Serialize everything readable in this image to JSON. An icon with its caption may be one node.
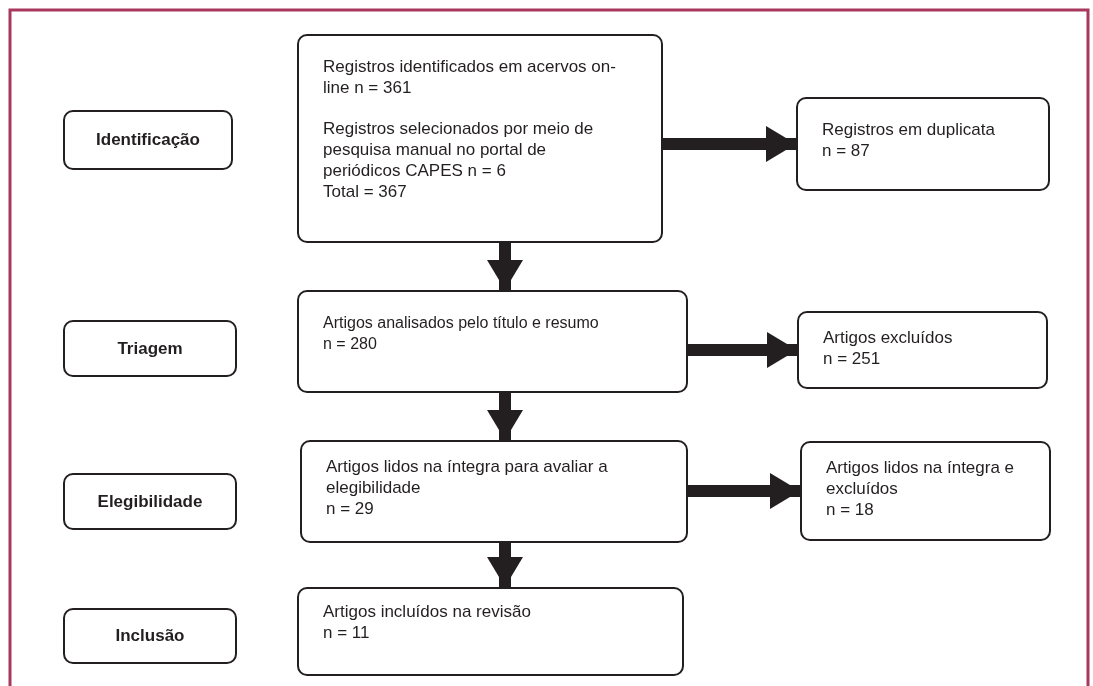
{
  "diagram": {
    "nodes": [
      {
        "text": [
          "Identificação"
        ]
      },
      {
        "text": [
          "Registros identificados em acervos on-line n = 361",
          "Registros selecionados por meio de pesquisa manual no portal de periódicos CAPES n = 6",
          "Total = 367"
        ]
      },
      {
        "text": [
          "Registros em duplicata",
          "n = 87"
        ]
      },
      {
        "text": [
          "Triagem"
        ]
      },
      {
        "text": [
          "Artigos analisados pelo título e resumo",
          "n = 280"
        ]
      },
      {
        "text": [
          "Artigos excluídos",
          "n = 251"
        ]
      },
      {
        "text": [
          "Elegibilidade"
        ]
      },
      {
        "text": [
          "Artigos lidos na íntegra para avaliar a elegibilidade",
          "n = 29"
        ]
      },
      {
        "text": [
          "Artigos lidos na íntegra e excluídos",
          "n = 18"
        ]
      },
      {
        "text": [
          "Inclusão"
        ]
      },
      {
        "text": [
          "Artigos incluídos na revisão",
          "n = 11"
        ]
      }
    ],
    "edges": [
      {
        "from": 1,
        "to": 2,
        "arrow": "to"
      },
      {
        "from": 1,
        "to": 4,
        "arrow": "to"
      },
      {
        "from": 4,
        "to": 5,
        "arrow": "to"
      },
      {
        "from": 4,
        "to": 7,
        "arrow": "to"
      },
      {
        "from": 7,
        "to": 8,
        "arrow": "to"
      },
      {
        "from": 7,
        "to": 10,
        "arrow": "to"
      }
    ]
  }
}
